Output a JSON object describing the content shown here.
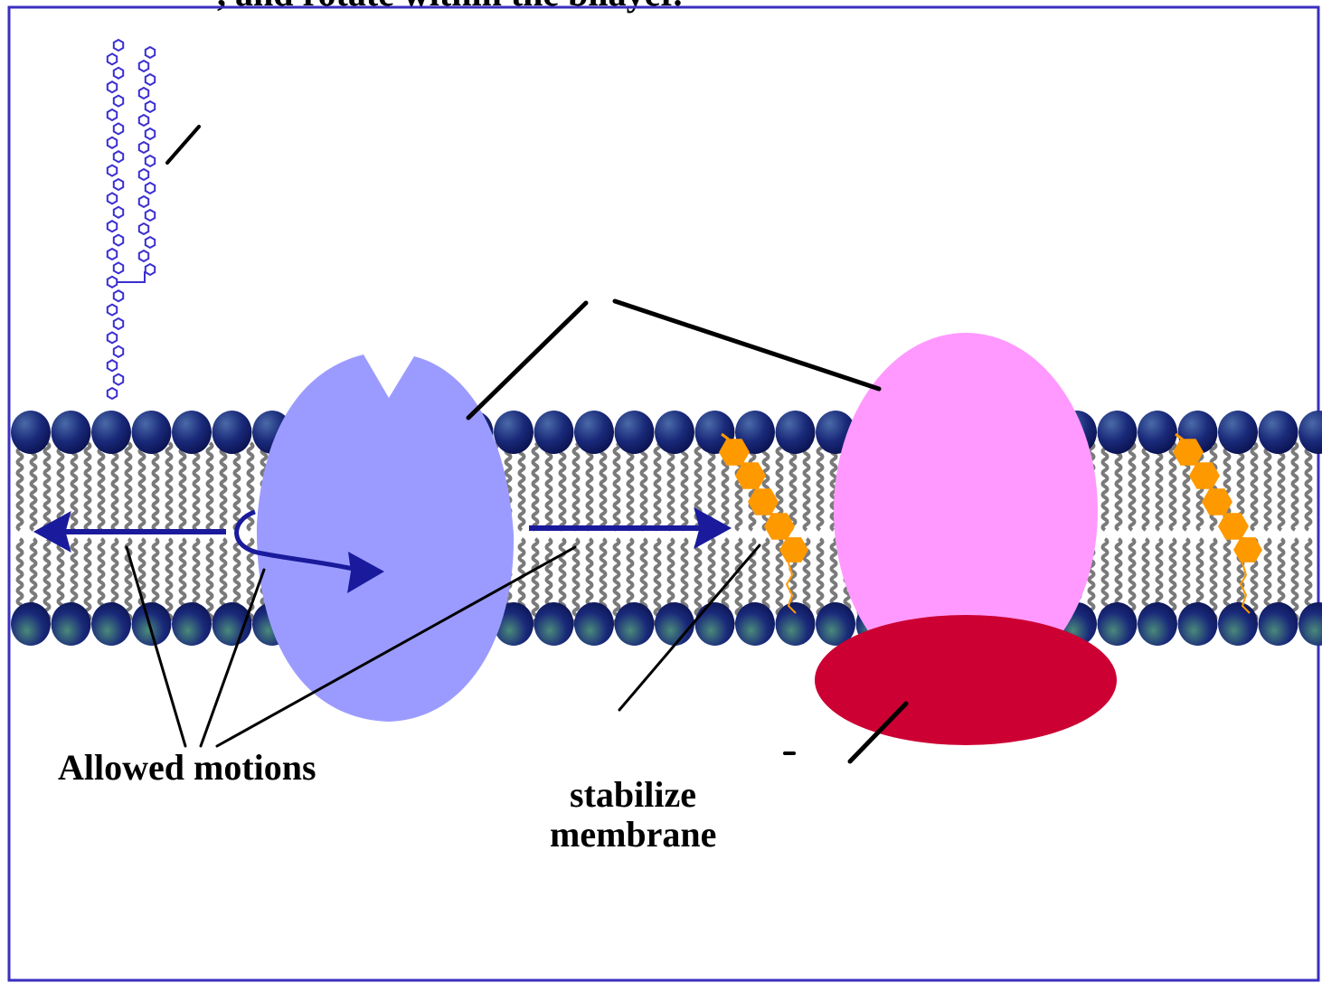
{
  "header_fragment": ", and rotate within the bilayer.",
  "labels": {
    "allowed_motions": "Allowed motions",
    "stabilize_line1": "stabilize",
    "stabilize_line2": "membrane"
  },
  "colors": {
    "frame": "#3a2fbf",
    "head": "#1a1f7a",
    "tail": "#7a7a7a",
    "motion_arrow": "#1a1a9c",
    "glycan": "#3a2fd0",
    "protein_left": "#9b9bff",
    "protein_right": "#ff99ff",
    "peripheral_protein": "#cc0033",
    "cholesterol": "#ff9900",
    "pointer": "#000000"
  },
  "icons": {
    "glycolipid": "carbohydrate-chain-icon",
    "cholesterol": "cholesterol-molecule-icon",
    "lateral_arrow": "double-arrow-icon",
    "rotation_arrow": "curved-arrow-icon"
  }
}
